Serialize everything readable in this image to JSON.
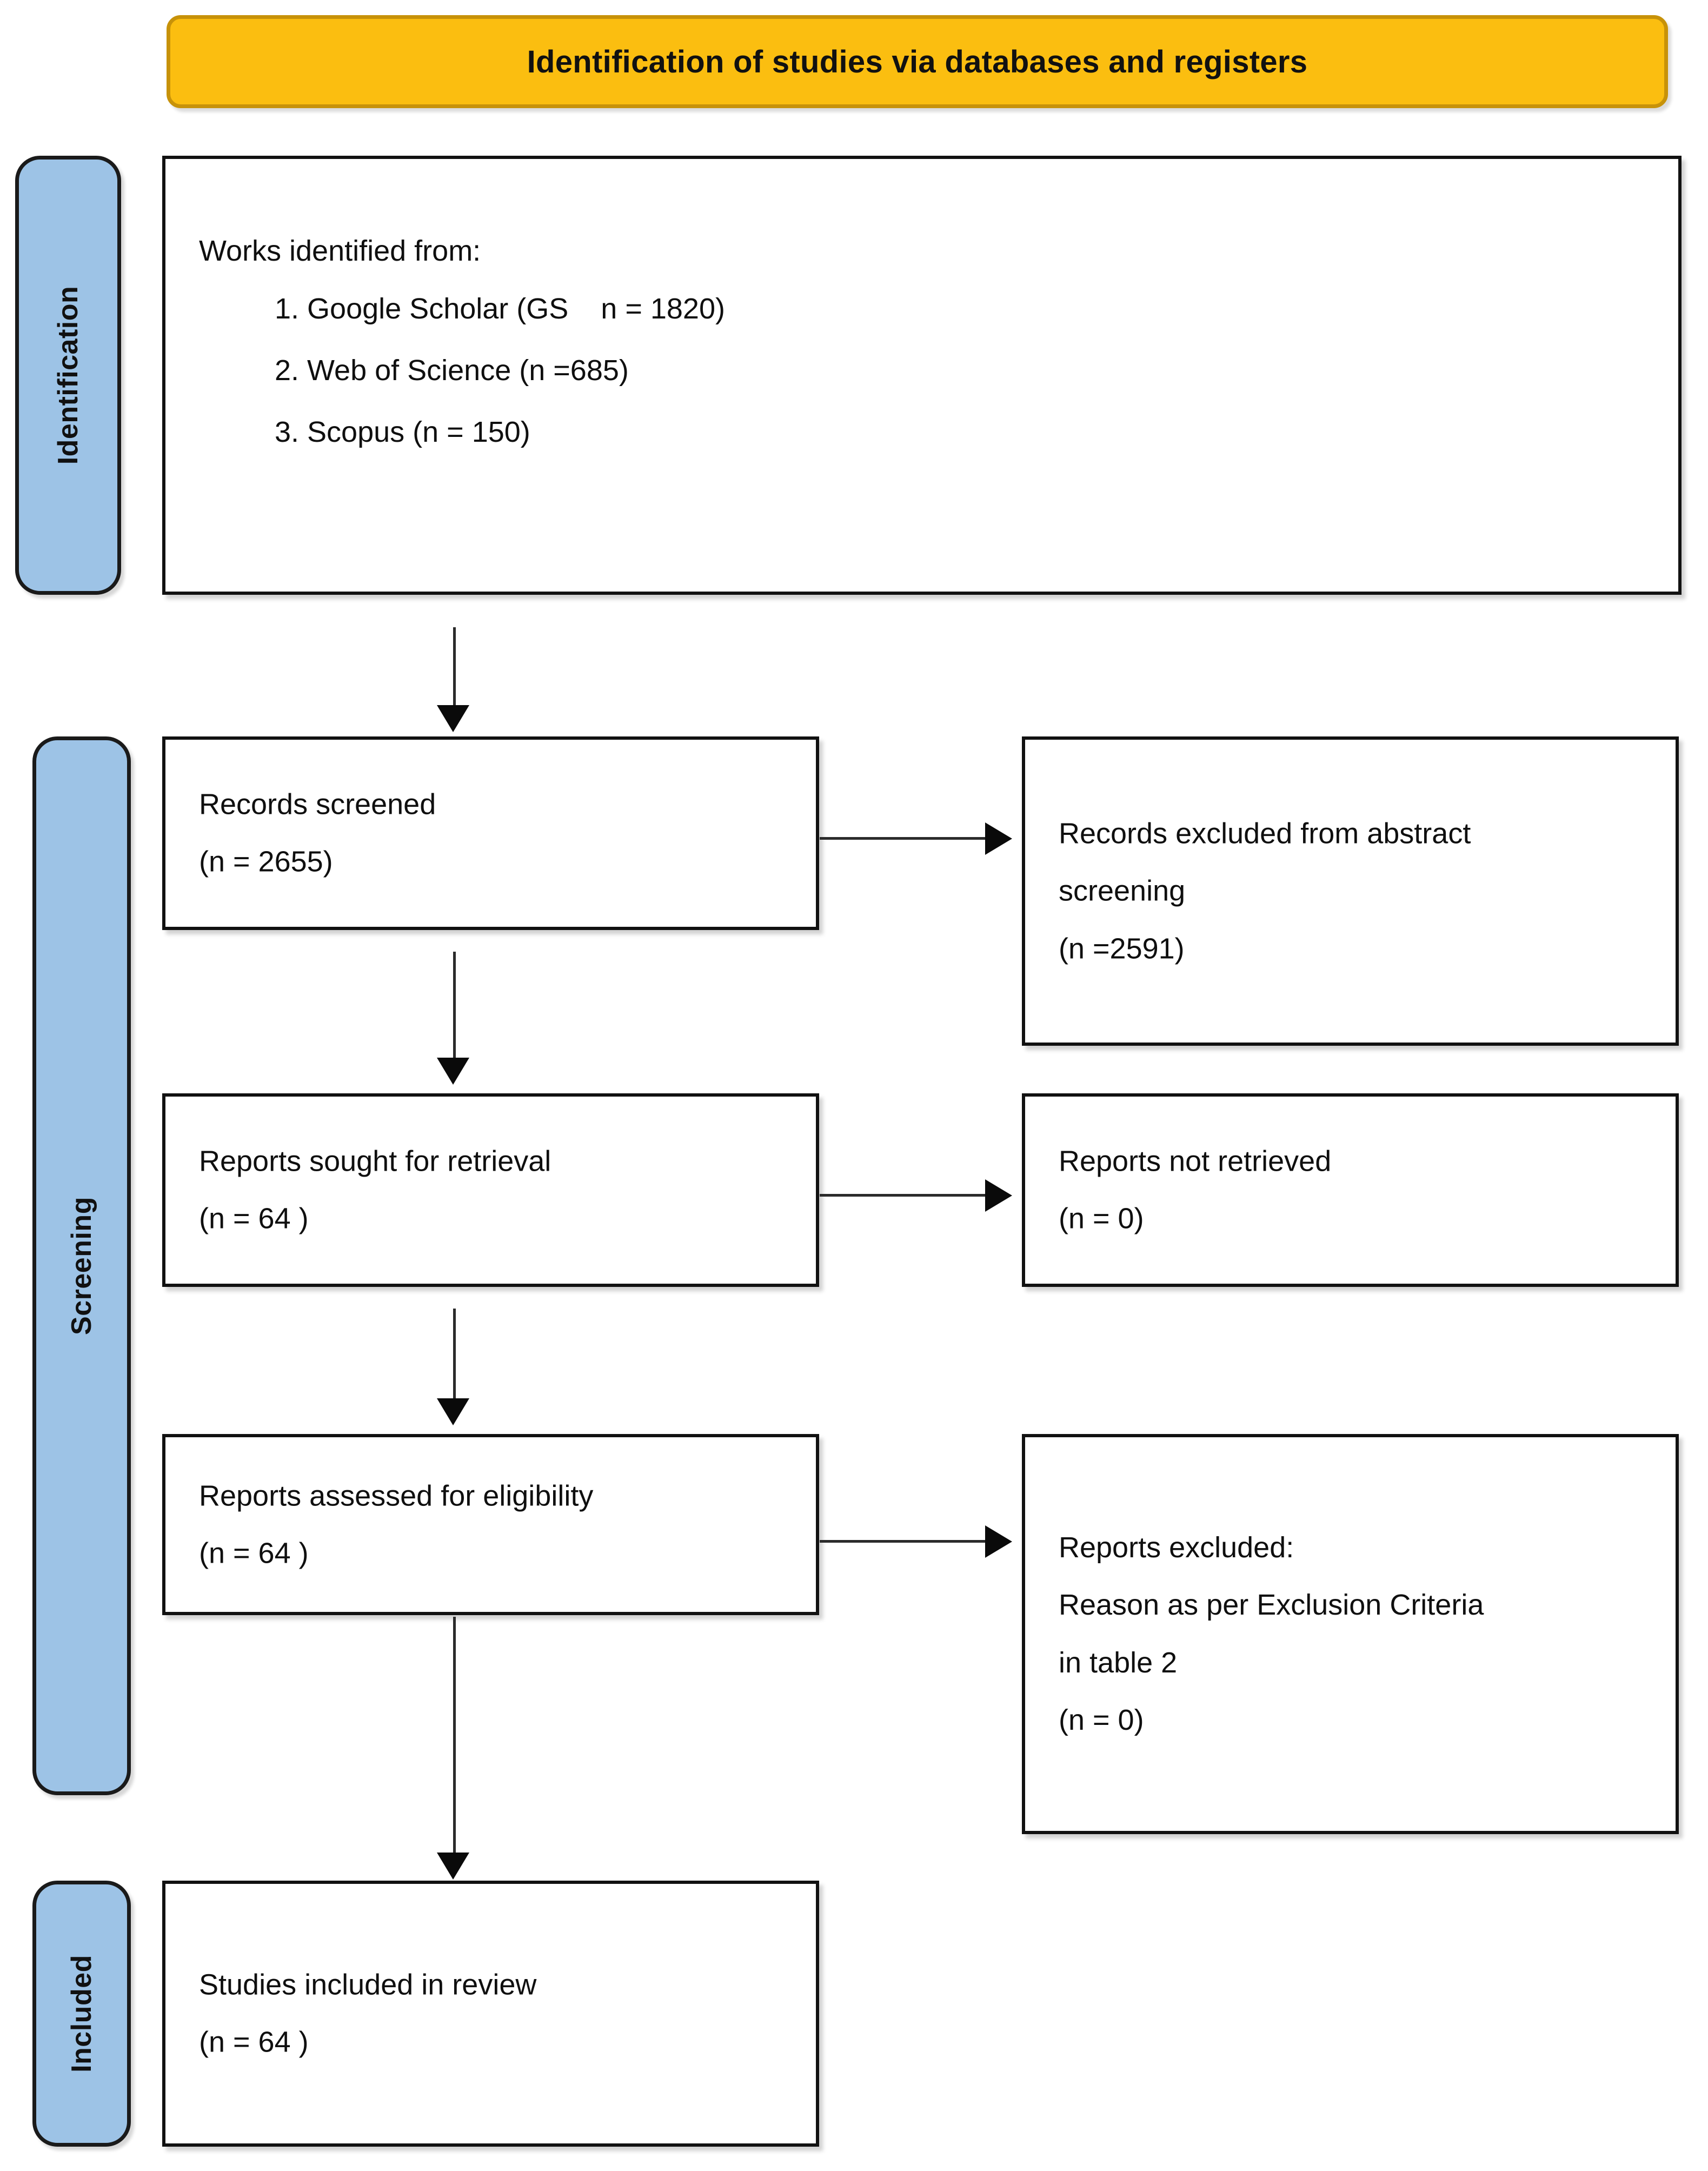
{
  "banner": {
    "title": "Identification of studies via databases and registers",
    "bg_color": "#FBBE10",
    "border_color": "#C79209"
  },
  "stages": {
    "identification": "Identification",
    "screening": "Screening",
    "included": "Included",
    "bg_color": "#9DC3E6"
  },
  "boxes": {
    "identified": {
      "heading": "Works identified from:",
      "sources": [
        "1. Google Scholar (GS    n = 1820)",
        "2. Web of Science (n =685)",
        "3. Scopus (n = 150)"
      ]
    },
    "records_screened": {
      "label": "Records screened",
      "count": "(n = 2655)"
    },
    "records_excluded": {
      "label_line1": "Records excluded from abstract",
      "label_line2": "screening",
      "count": "(n =2591)"
    },
    "reports_sought": {
      "label": "Reports sought for retrieval",
      "count": "(n = 64 )"
    },
    "reports_not_retrieved": {
      "label": "Reports not retrieved",
      "count": "(n = 0)"
    },
    "reports_assessed": {
      "label": "Reports assessed for eligibility",
      "count": "(n = 64 )"
    },
    "reports_excluded": {
      "label": "Reports excluded:",
      "reason_line1": "Reason as per Exclusion Criteria",
      "reason_line2": "in table 2",
      "count": "(n = 0)"
    },
    "studies_included": {
      "label": "Studies included in review",
      "count": "(n = 64 )"
    }
  }
}
